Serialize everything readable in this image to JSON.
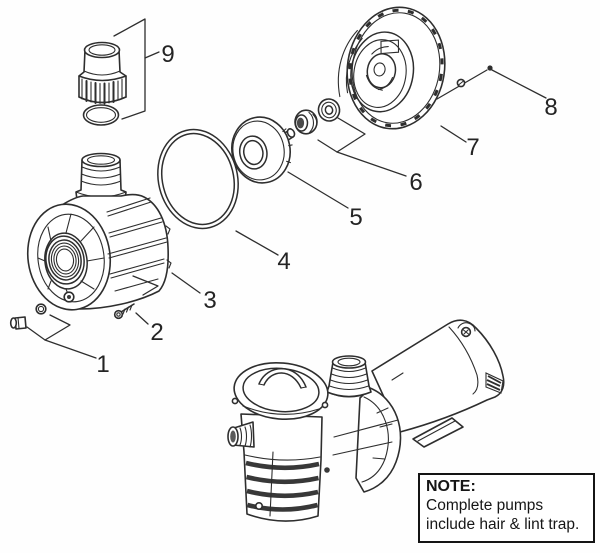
{
  "diagram": {
    "callouts": [
      "1",
      "2",
      "3",
      "4",
      "5",
      "6",
      "7",
      "8",
      "9"
    ],
    "note": {
      "title": "NOTE:",
      "line1": "Complete pumps",
      "line2": "include hair & lint trap."
    }
  }
}
